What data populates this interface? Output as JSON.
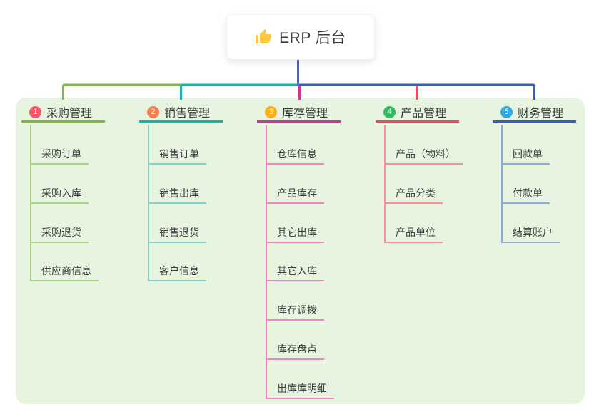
{
  "root": {
    "label": "ERP 后台",
    "icon": "thumbs-up-icon"
  },
  "branches": [
    {
      "num": "1",
      "title": "采购管理",
      "color": "#7cbb3e",
      "badge_color": "#f8566c",
      "child_line_color": "#a9d67d",
      "children": [
        "采购订单",
        "采购入库",
        "采购退货",
        "供应商信息"
      ]
    },
    {
      "num": "2",
      "title": "销售管理",
      "color": "#10b5ae",
      "badge_color": "#f87e4d",
      "child_line_color": "#7fd4c9",
      "children": [
        "销售订单",
        "销售出库",
        "销售退货",
        "客户信息"
      ]
    },
    {
      "num": "3",
      "title": "库存管理",
      "color": "#d0339c",
      "badge_color": "#fbae17",
      "child_line_color": "#ee85c0",
      "children": [
        "仓库信息",
        "产品库存",
        "其它出库",
        "其它入库",
        "库存调拨",
        "库存盘点",
        "出库库明细"
      ]
    },
    {
      "num": "4",
      "title": "产品管理",
      "color": "#f0495c",
      "badge_color": "#2ebe5f",
      "child_line_color": "#f5929b",
      "children": [
        "产品（物料）",
        "产品分类",
        "产品单位"
      ]
    },
    {
      "num": "5",
      "title": "财务管理",
      "color": "#2e5fc8",
      "badge_color": "#2fa9e1",
      "child_line_color": "#92a8dc",
      "children": [
        "回款单",
        "付款单",
        "结算账户"
      ]
    }
  ],
  "colors": {
    "panel_background": "#e7f5e0",
    "root_connector": "#5463c6",
    "text": "#3c3c3c",
    "root_node_background": "#ffffff"
  }
}
